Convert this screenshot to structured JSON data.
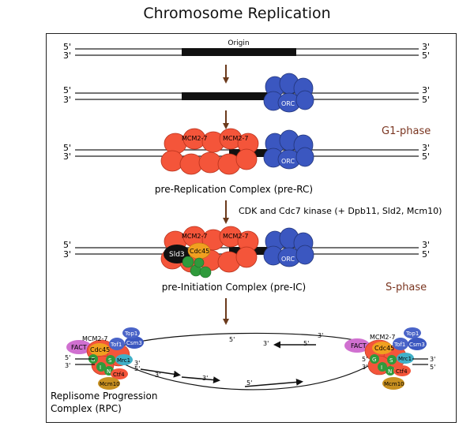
{
  "title": "Chromosome Replication",
  "strand_ends": {
    "five": "5'",
    "three": "3'"
  },
  "labels": {
    "origin": "Origin",
    "orc": "ORC",
    "mcm": "MCM2-7",
    "g1_phase": "G1-phase",
    "s_phase": "S-phase",
    "pre_rc": "pre-Replication Complex (pre-RC)",
    "cdk_step": "CDK and Cdc7 kinase (+ Dpb11, Sld2, Mcm10)",
    "sld3": "Sld3",
    "cdc45": "Cdc45",
    "pre_ic": "pre-Initiation Complex (pre-IC)",
    "rpc_line1": "Replisome Progression",
    "rpc_line2": "Complex (RPC)",
    "fact": "FACT",
    "cdc45_short": "Cdc45",
    "tof1": "Tof1",
    "csm3": "Csm3",
    "top1": "Top1",
    "mrc1": "Mrc1",
    "ctf4": "Ctf4",
    "mcm10": "Mcm10",
    "g": "G",
    "i": "I",
    "n": "N",
    "s": "S"
  },
  "colors": {
    "mcm": "#f4553a",
    "orc": "#3b57c0",
    "gins": "#2f9a3c",
    "arrow": "#6b3a1c",
    "phase": "#7a3520",
    "cdc45": "#f0a020",
    "fact": "#d070d0",
    "tof1": "#4a64c8",
    "mrc1": "#40b0c8",
    "mcm10": "#c89020"
  }
}
